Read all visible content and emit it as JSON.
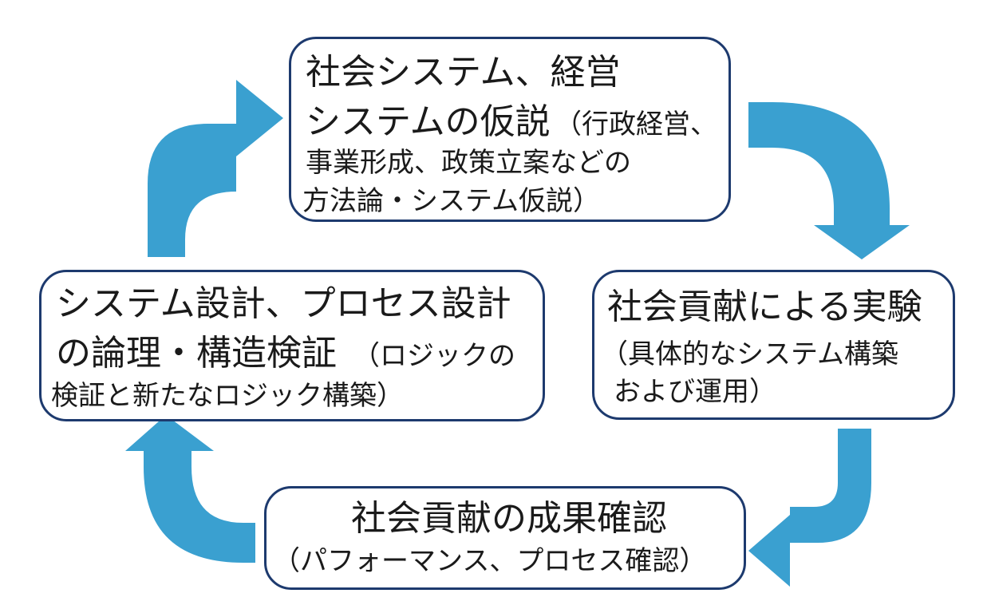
{
  "colors": {
    "arrow": "#3aa0d0",
    "box_border": "#1d3a6e",
    "text": "#1a1a1a"
  },
  "diagram": {
    "top": {
      "line1": "社会システム、経営",
      "line2_main": "システムの仮説",
      "line2_sub": "（行政経営、",
      "line3": "事業形成、政策立案などの",
      "line4": "方法論・システム仮説）"
    },
    "right": {
      "title": "社会貢献による実験",
      "sub1": "（具体的なシステム構築",
      "sub2": "および運用）"
    },
    "bottom": {
      "title": "社会貢献の成果確認",
      "sub": "（パフォーマンス、プロセス確認）"
    },
    "left": {
      "line1": "システム設計、プロセス設計",
      "line2_main": "の論理・構造検証",
      "line2_sub": "（ロジックの",
      "line3": "検証と新たなロジック構築）"
    }
  }
}
